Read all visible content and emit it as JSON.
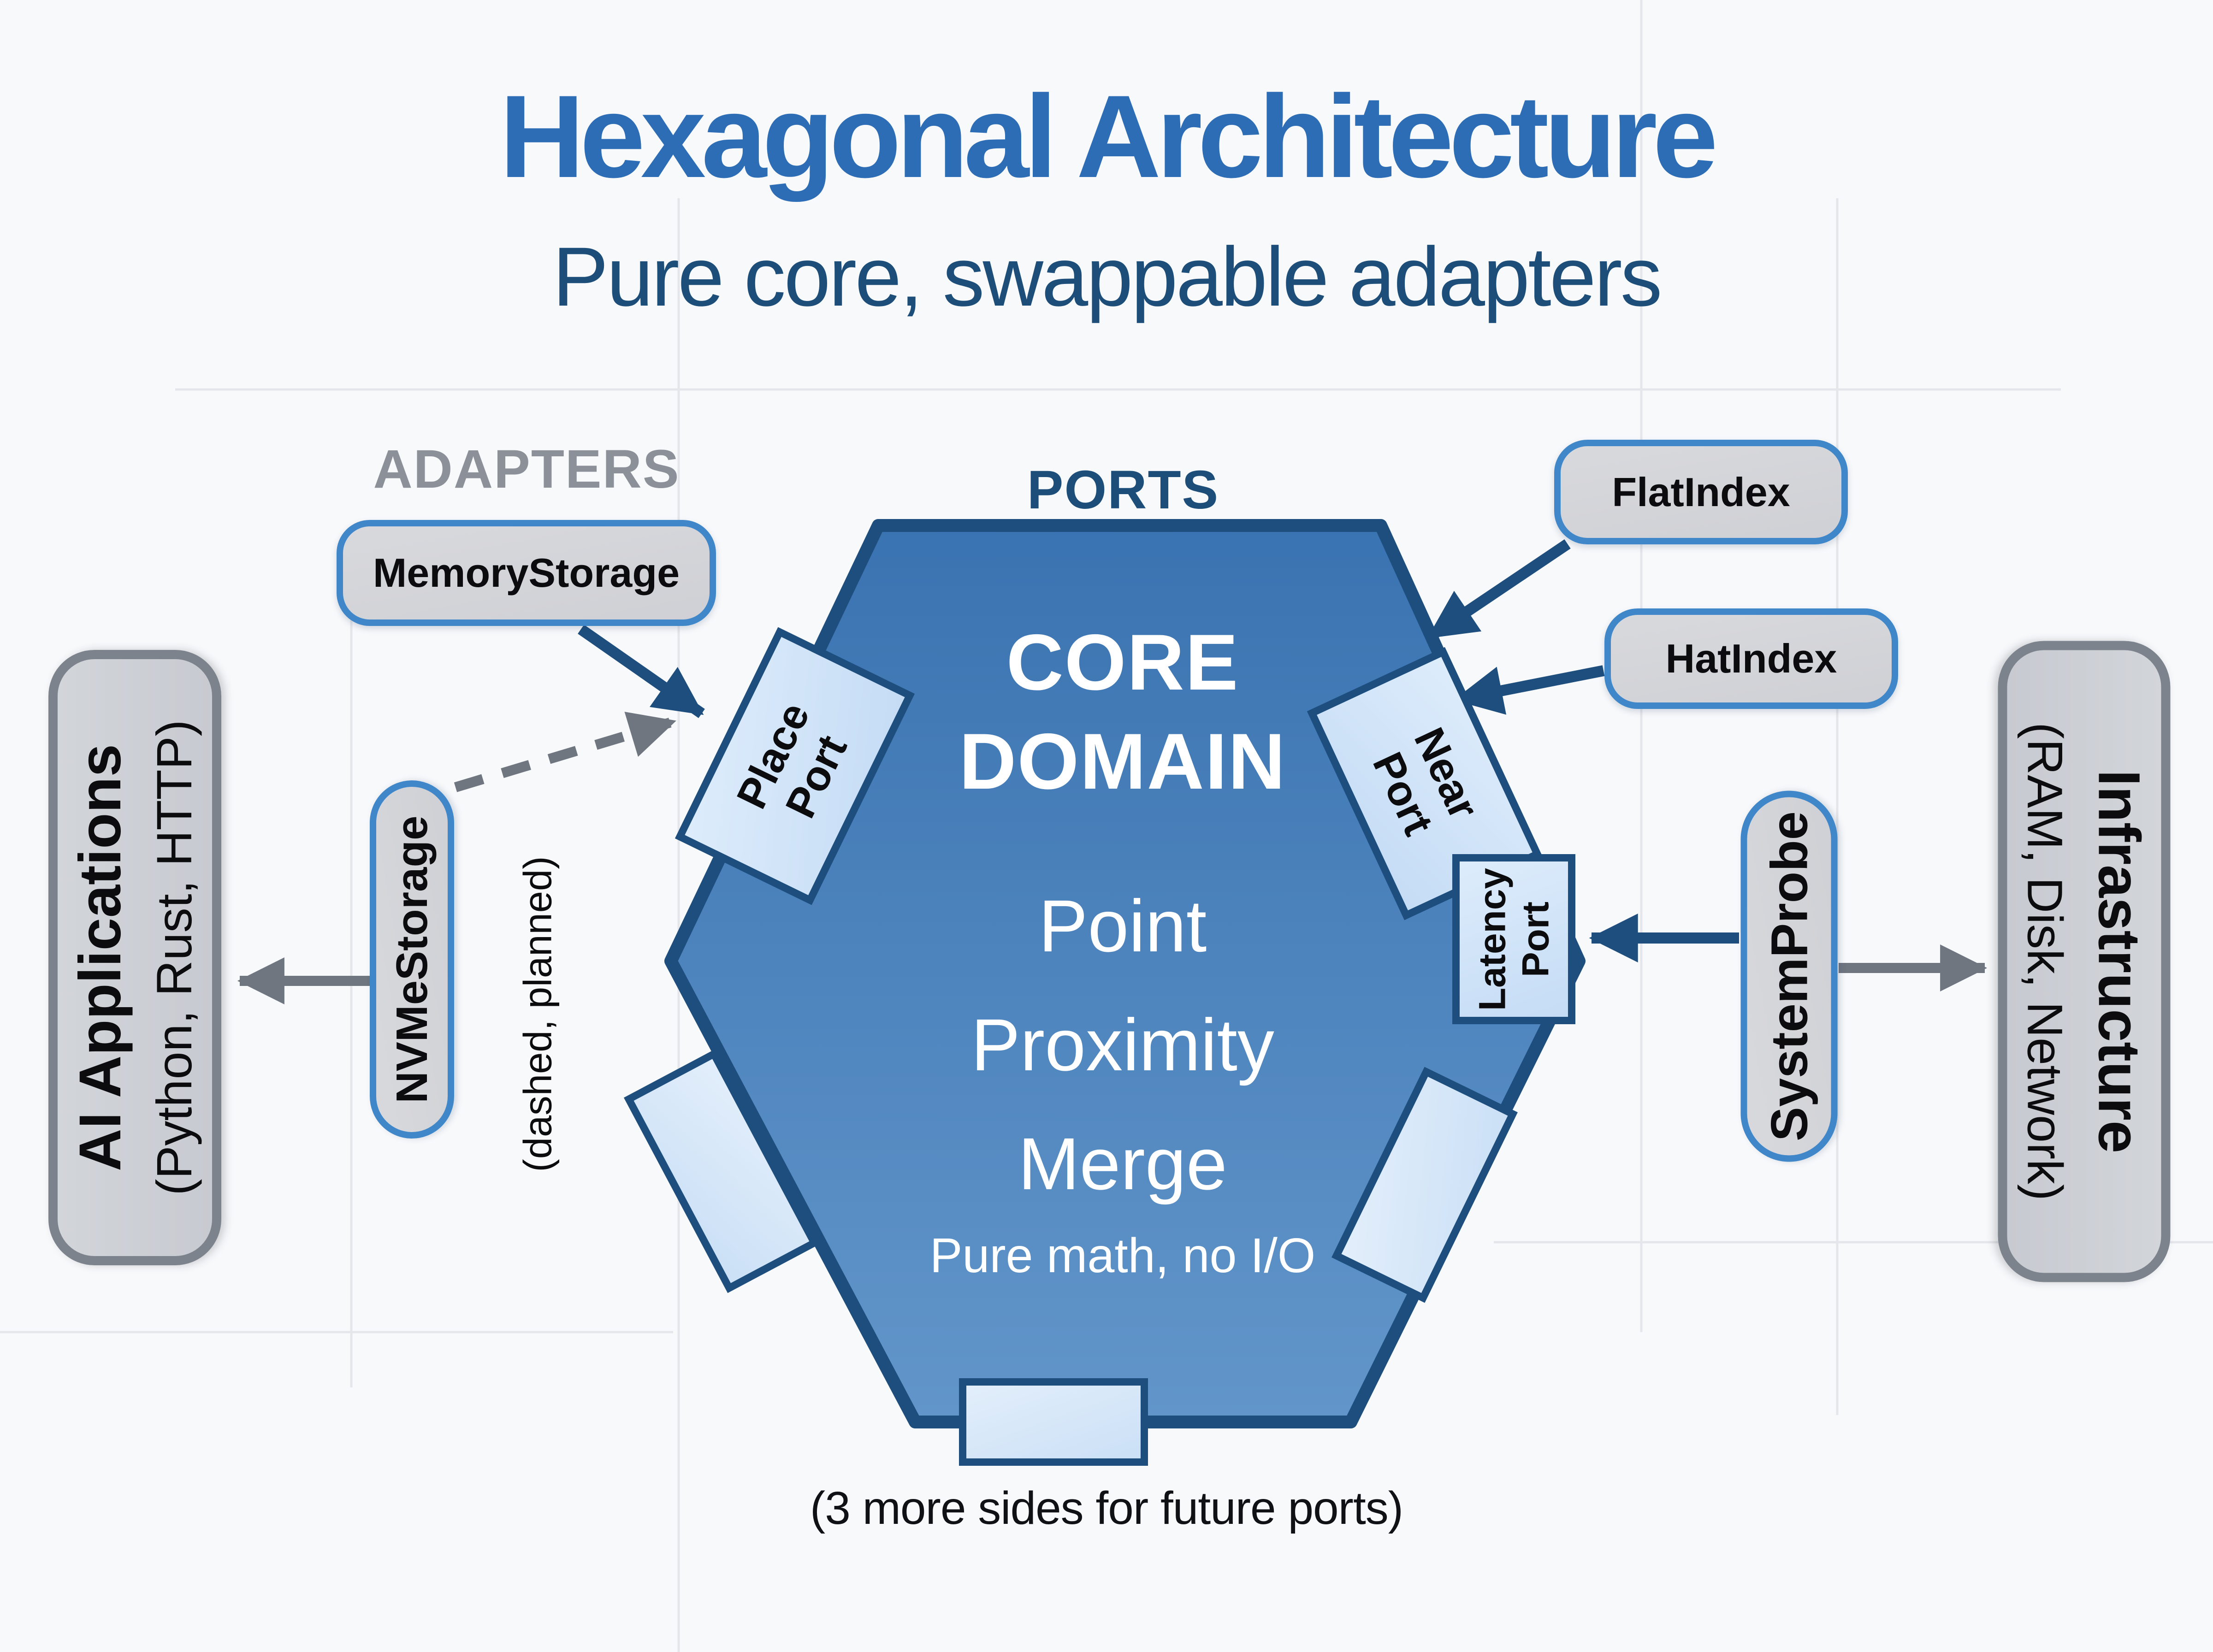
{
  "title": "Hexagonal Architecture",
  "subtitle": "Pure core, swappable adapters",
  "section_labels": {
    "adapters": "ADAPTERS",
    "ports": "PORTS"
  },
  "core": {
    "name_line1": "CORE",
    "name_line2": "DOMAIN",
    "capabilities": [
      "Point",
      "Proximity",
      "Merge"
    ],
    "note": "Pure math, no I/O"
  },
  "ports": {
    "place": {
      "line1": "Place",
      "line2": "Port"
    },
    "near": {
      "line1": "Near",
      "line2": "Port"
    },
    "latency": {
      "line1": "Latency",
      "line2": "Port"
    }
  },
  "adapters": {
    "memory_storage": "MemoryStorage",
    "nvme_storage": "NVMeStorage",
    "nvme_note": "(dashed, planned)",
    "flat_index": "FlatIndex",
    "hat_index": "HatIndex",
    "system_probe": "SystemProbe"
  },
  "externals": {
    "applications": {
      "title": "AI Applications",
      "subtitle": "(Python, Rust, HTTP)"
    },
    "infrastructure": {
      "title": "Infrastructure",
      "subtitle": "(RAM, Disk, Network)"
    }
  },
  "caption": "(3 more sides for future ports)",
  "colors": {
    "title_blue": "#2d6db5",
    "navy": "#1d4e7e",
    "hex_fill_top": "#3a73b1",
    "hex_fill_bottom": "#6296ca",
    "port_fill": "#cfe3f8",
    "adapter_border": "#3f87c9",
    "adapter_fill": "#d3d4d8",
    "actor_border": "#7d838c",
    "gray_arrow": "#6f7680",
    "section_label_gray": "#8b9099"
  }
}
